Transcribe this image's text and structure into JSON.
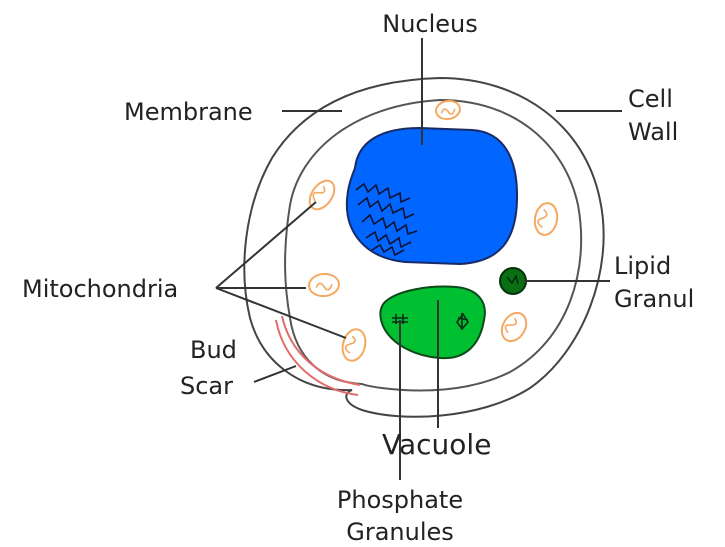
{
  "labels": {
    "nucleus": "Nucleus",
    "membrane": "Membrane",
    "cell_wall_line1": "Cell",
    "cell_wall_line2": "Wall",
    "mitochondria": "Mitochondria",
    "lipid_line1": "Lipid",
    "lipid_line2": "Granul",
    "bud_line1": "Bud",
    "bud_line2": "Scar",
    "vacuole": "Vacuole",
    "phosphate_line1": "Phosphate",
    "phosphate_line2": "Granules"
  },
  "colors": {
    "nucleus": "#0066ff",
    "vacuole": "#00c032",
    "lipid_granule": "#0a6e14",
    "mitochondria": "#f5a860",
    "bud_scar": "#e26b6b",
    "outline": "#333333"
  }
}
